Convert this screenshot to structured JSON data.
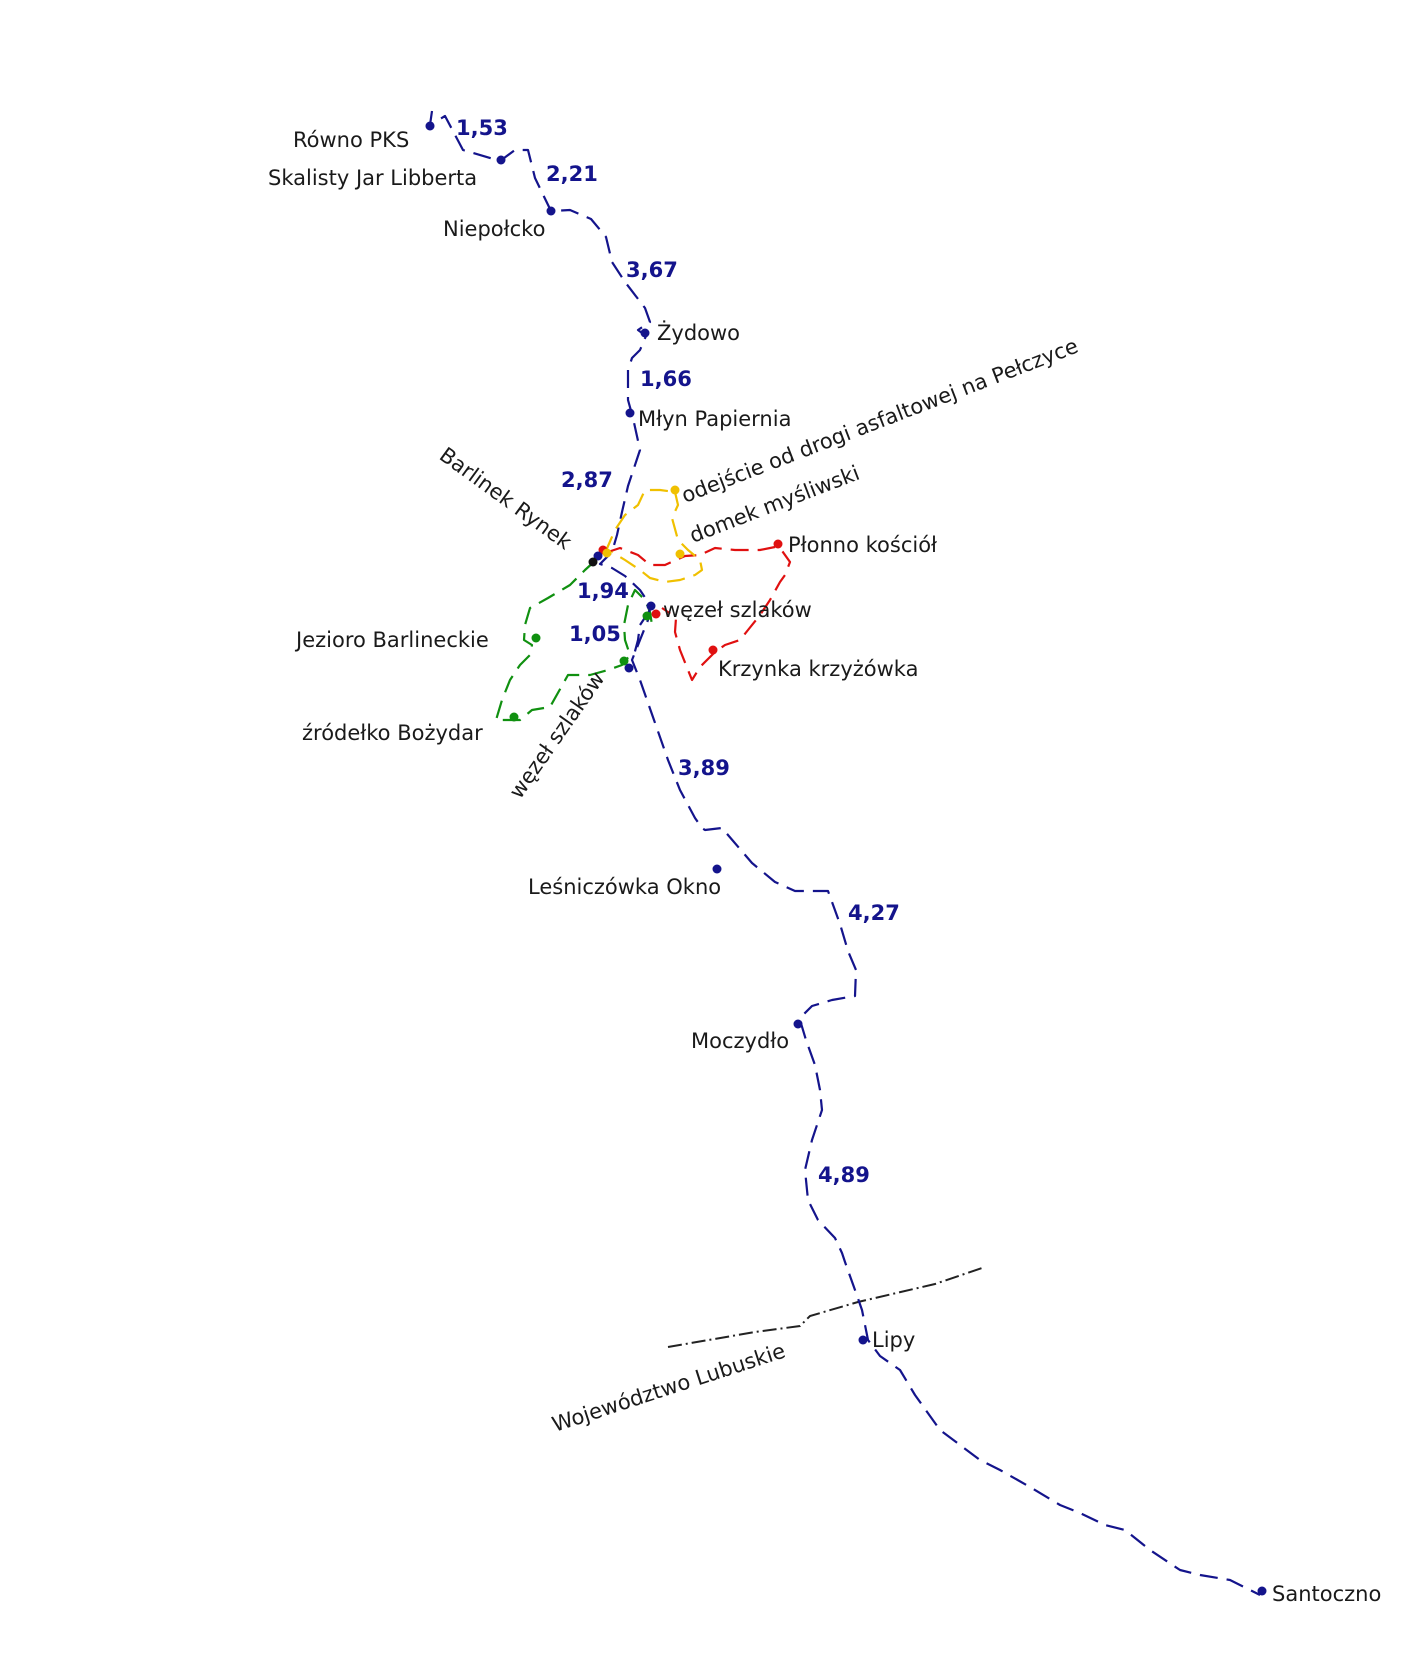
{
  "colors": {
    "blue_trail": "#14148c",
    "red_trail": "#e01010",
    "yellow_trail": "#f0c000",
    "green_trail": "#109010",
    "border": "#222222"
  },
  "places": {
    "rowno_pks": "Równo PKS",
    "skalisty_jar": "Skalisty Jar Libberta",
    "niepolcko": "Niepołcko",
    "zydowo": "Żydowo",
    "mlyn_papiernia": "Młyn Papiernia",
    "barlinek_rynek": "Barlinek Rynek",
    "odejscie": "odejście od drogi asfaltowej na Pełczyce",
    "domek_mysliwski": "domek myśliwski",
    "plonno_kosciol": "Płonno kościół",
    "wezel_szlakow_1": "węzeł szlaków",
    "jezioro_barlineckie": "Jezioro Barlineckie",
    "krzynka_krzyzowka": "Krzynka krzyżówka",
    "zrodelko_bozydar": "źródełko Bożydar",
    "wezel_szlakow_2": "węzeł szlaków",
    "lesniczowka_okno": "Leśniczówka Okno",
    "moczydlo": "Moczydło",
    "lipy": "Lipy",
    "santoczno": "Santoczno",
    "wojewodztwo": "Województwo Lubuskie"
  },
  "distances": {
    "d1": "1,53",
    "d2": "2,21",
    "d3": "3,67",
    "d4": "1,66",
    "d5": "2,87",
    "d6": "1,94",
    "d7": "1,05",
    "d8": "3,89",
    "d9": "4,27",
    "d10": "4,89"
  }
}
